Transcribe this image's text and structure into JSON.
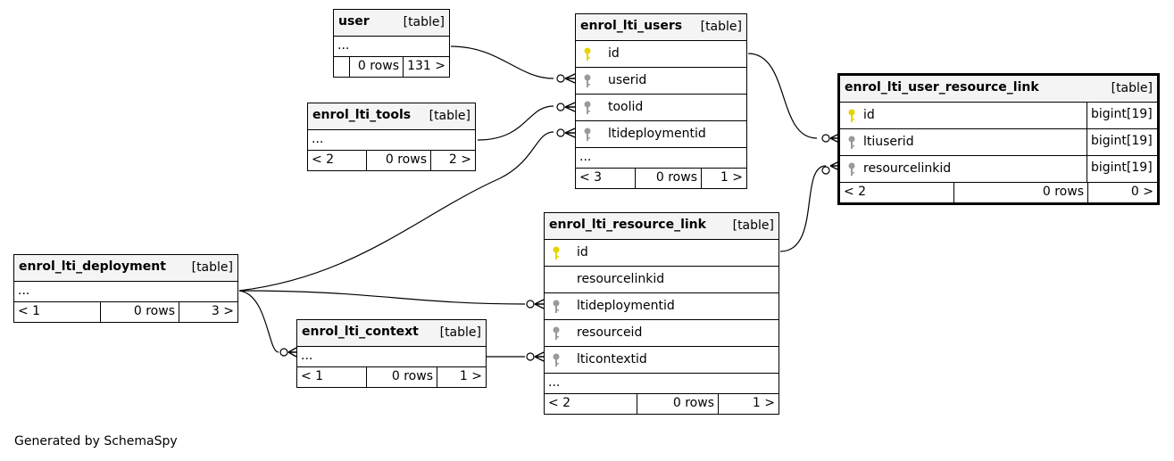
{
  "tables": {
    "user": {
      "name": "user",
      "type": "[table]",
      "more": "...",
      "incoming": "",
      "rows": "0 rows",
      "outgoing": "131 >"
    },
    "enrol_lti_users": {
      "name": "enrol_lti_users",
      "type": "[table]",
      "columns": [
        {
          "name": "id",
          "key": "primary"
        },
        {
          "name": "userid",
          "key": "foreign"
        },
        {
          "name": "toolid",
          "key": "foreign"
        },
        {
          "name": "ltideploymentid",
          "key": "foreign"
        }
      ],
      "more": "...",
      "incoming": "< 3",
      "rows": "0 rows",
      "outgoing": "1 >"
    },
    "enrol_lti_tools": {
      "name": "enrol_lti_tools",
      "type": "[table]",
      "more": "...",
      "incoming": "< 2",
      "rows": "0 rows",
      "outgoing": "2 >"
    },
    "enrol_lti_user_resource_link": {
      "name": "enrol_lti_user_resource_link",
      "type": "[table]",
      "columns": [
        {
          "name": "id",
          "key": "primary",
          "datatype": "bigint[19]"
        },
        {
          "name": "ltiuserid",
          "key": "foreign",
          "datatype": "bigint[19]"
        },
        {
          "name": "resourcelinkid",
          "key": "foreign",
          "datatype": "bigint[19]"
        }
      ],
      "incoming": "< 2",
      "rows": "0 rows",
      "outgoing": "0 >"
    },
    "enrol_lti_resource_link": {
      "name": "enrol_lti_resource_link",
      "type": "[table]",
      "columns": [
        {
          "name": "id",
          "key": "primary"
        },
        {
          "name": "resourcelinkid",
          "key": "none"
        },
        {
          "name": "ltideploymentid",
          "key": "foreign"
        },
        {
          "name": "resourceid",
          "key": "foreign"
        },
        {
          "name": "lticontextid",
          "key": "foreign"
        }
      ],
      "more": "...",
      "incoming": "< 2",
      "rows": "0 rows",
      "outgoing": "1 >"
    },
    "enrol_lti_deployment": {
      "name": "enrol_lti_deployment",
      "type": "[table]",
      "more": "...",
      "incoming": "< 1",
      "rows": "0 rows",
      "outgoing": "3 >"
    },
    "enrol_lti_context": {
      "name": "enrol_lti_context",
      "type": "[table]",
      "more": "...",
      "incoming": "< 1",
      "rows": "0 rows",
      "outgoing": "1 >"
    }
  },
  "key_colors": {
    "primary": "#e6d400",
    "foreign": "#9a9a9a"
  },
  "footer": "Generated by SchemaSpy"
}
